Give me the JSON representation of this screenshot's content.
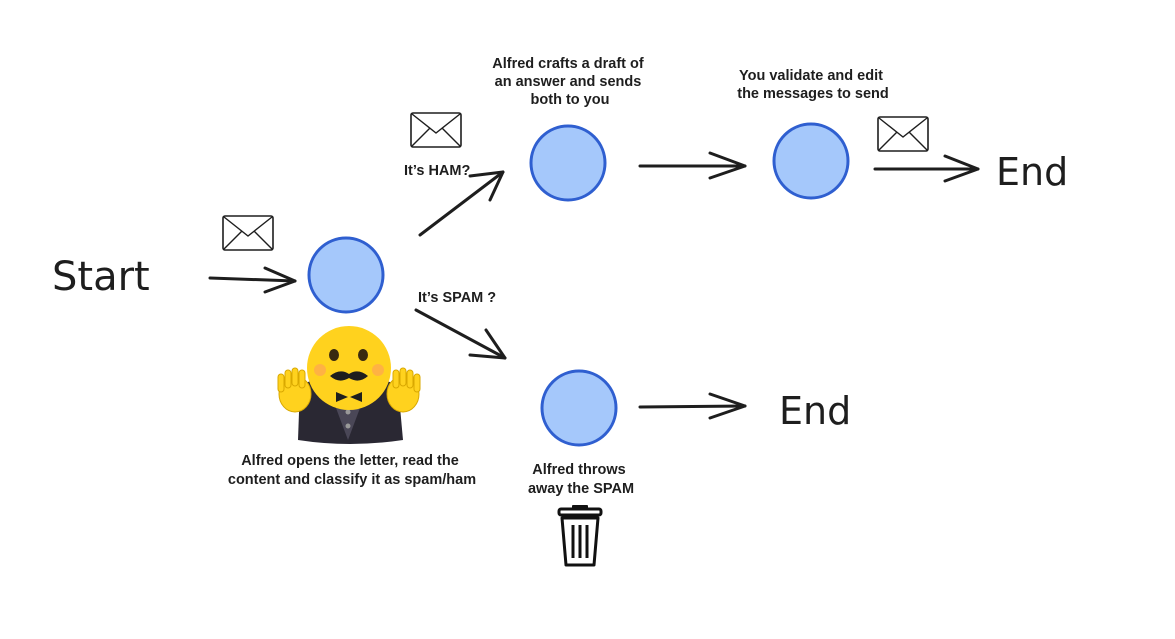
{
  "nodes": {
    "start_label": "Start",
    "end_top_label": "End",
    "end_bottom_label": "End"
  },
  "edges": {
    "ham_label": "It’s HAM?",
    "spam_label": "It’s SPAM ?"
  },
  "captions": {
    "alfred_classify": [
      "Alfred opens the letter, read the",
      "content and classify it as spam/ham"
    ],
    "alfred_draft": [
      "Alfred crafts a draft of",
      "an answer and sends",
      "both to you"
    ],
    "you_validate": [
      "You validate and edit",
      "the messages to send"
    ],
    "alfred_throws": [
      "Alfred throws",
      "away the SPAM"
    ]
  },
  "icons": {
    "envelope": "envelope-icon",
    "trash": "trash-icon",
    "mascot": "butler-mascot-icon"
  },
  "colors": {
    "node_fill": "#a5c8fb",
    "node_stroke": "#2f5fd0",
    "ink": "#1e1e1e",
    "mascot_face": "#ffd21e"
  }
}
